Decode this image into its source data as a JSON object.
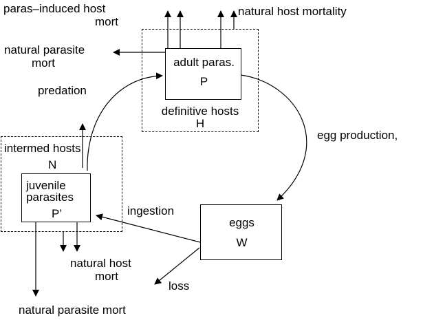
{
  "labels": {
    "paras_induced_line1": "paras–induced host",
    "paras_induced_line2": "mort",
    "natural_host_mortality_top": "natural host mortality",
    "natural_parasite_mort_left_line1": "natural parasite",
    "natural_parasite_mort_left_line2": "mort",
    "predation": "predation",
    "egg_production": "egg production,",
    "intermed_hosts": "intermed hosts",
    "intermed_symbol": "N",
    "definitive_hosts": "definitive hosts",
    "definitive_symbol": "H",
    "ingestion": "ingestion",
    "loss": "loss",
    "natural_host_mort_bottom_line1": "natural host",
    "natural_host_mort_bottom_line2": "mort",
    "natural_parasite_mort_bottom": "natural parasite mort"
  },
  "boxes": {
    "adult": {
      "title": "adult paras.",
      "symbol": "P"
    },
    "juvenile": {
      "title_line1": "juvenile",
      "title_line2": "parasites",
      "symbol": "P’"
    },
    "eggs": {
      "title": "eggs",
      "symbol": "W"
    }
  },
  "colors": {
    "stroke": "#000000",
    "background": "#ffffff"
  }
}
